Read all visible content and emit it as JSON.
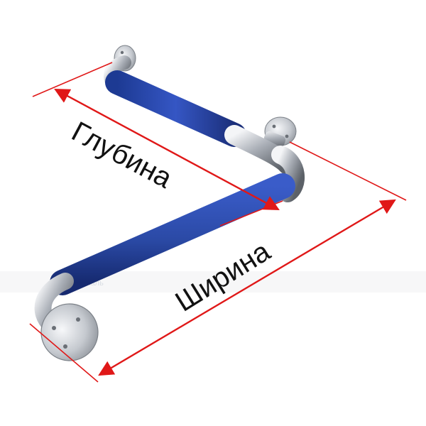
{
  "labels": {
    "depth": "Глубина",
    "width": "Ширина"
  },
  "watermark": "Вертикаль",
  "colors": {
    "dimension_line": "#e01818",
    "grip": "#2b4aa6",
    "chrome": "#c8ccd2",
    "text": "#111111"
  }
}
